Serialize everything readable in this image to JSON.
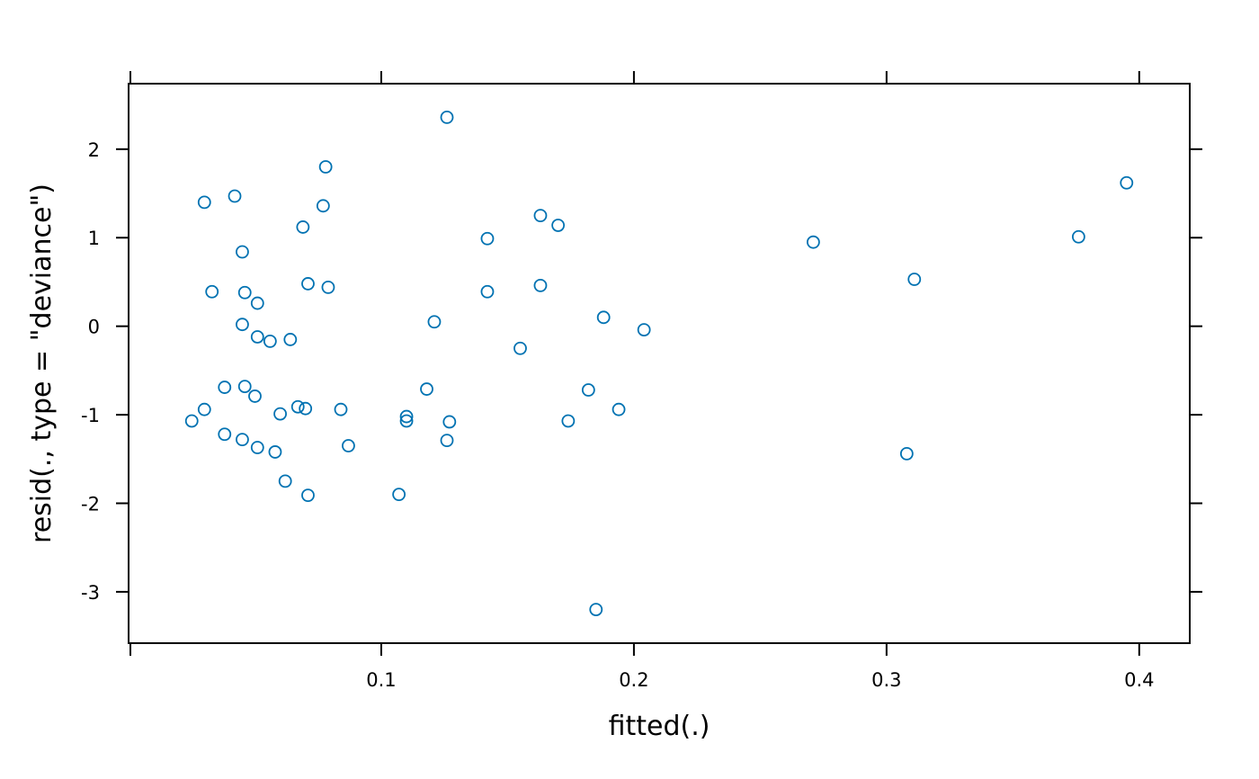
{
  "chart_data": {
    "type": "scatter",
    "title": "",
    "xlabel": "fitted(.)",
    "ylabel": "resid(., type = \"deviance\")",
    "xlim": [
      0.0,
      0.42
    ],
    "ylim": [
      -3.58,
      2.74
    ],
    "xticks": [
      0.1,
      0.2,
      0.3,
      0.4
    ],
    "xtick_labels": [
      "0.1",
      "0.2",
      "0.3",
      "0.4"
    ],
    "yticks": [
      -3,
      -2,
      -1,
      0,
      1,
      2
    ],
    "ytick_labels": [
      "-3",
      "-2",
      "-1",
      "0",
      "1",
      "2"
    ],
    "grid": false,
    "marker": "open-circle",
    "point_color": "#0072b2",
    "series": [
      {
        "points": [
          [
            0.126,
            2.36
          ],
          [
            0.078,
            1.8
          ],
          [
            0.395,
            1.62
          ],
          [
            0.042,
            1.47
          ],
          [
            0.03,
            1.4
          ],
          [
            0.077,
            1.36
          ],
          [
            0.163,
            1.25
          ],
          [
            0.17,
            1.14
          ],
          [
            0.069,
            1.12
          ],
          [
            0.376,
            1.01
          ],
          [
            0.142,
            0.99
          ],
          [
            0.271,
            0.95
          ],
          [
            0.045,
            0.84
          ],
          [
            0.311,
            0.53
          ],
          [
            0.071,
            0.48
          ],
          [
            0.163,
            0.46
          ],
          [
            0.079,
            0.44
          ],
          [
            0.033,
            0.39
          ],
          [
            0.142,
            0.39
          ],
          [
            0.046,
            0.38
          ],
          [
            0.051,
            0.26
          ],
          [
            0.188,
            0.1
          ],
          [
            0.121,
            0.05
          ],
          [
            0.045,
            0.02
          ],
          [
            0.204,
            -0.04
          ],
          [
            0.051,
            -0.12
          ],
          [
            0.064,
            -0.15
          ],
          [
            0.056,
            -0.17
          ],
          [
            0.155,
            -0.25
          ],
          [
            0.038,
            -0.69
          ],
          [
            0.046,
            -0.68
          ],
          [
            0.118,
            -0.71
          ],
          [
            0.182,
            -0.72
          ],
          [
            0.05,
            -0.79
          ],
          [
            0.067,
            -0.91
          ],
          [
            0.07,
            -0.93
          ],
          [
            0.03,
            -0.94
          ],
          [
            0.084,
            -0.94
          ],
          [
            0.194,
            -0.94
          ],
          [
            0.06,
            -0.99
          ],
          [
            0.11,
            -1.02
          ],
          [
            0.025,
            -1.07
          ],
          [
            0.11,
            -1.07
          ],
          [
            0.174,
            -1.07
          ],
          [
            0.127,
            -1.08
          ],
          [
            0.038,
            -1.22
          ],
          [
            0.045,
            -1.28
          ],
          [
            0.126,
            -1.29
          ],
          [
            0.087,
            -1.35
          ],
          [
            0.051,
            -1.37
          ],
          [
            0.058,
            -1.42
          ],
          [
            0.308,
            -1.44
          ],
          [
            0.062,
            -1.75
          ],
          [
            0.107,
            -1.9
          ],
          [
            0.071,
            -1.91
          ],
          [
            0.185,
            -3.2
          ]
        ]
      }
    ]
  }
}
